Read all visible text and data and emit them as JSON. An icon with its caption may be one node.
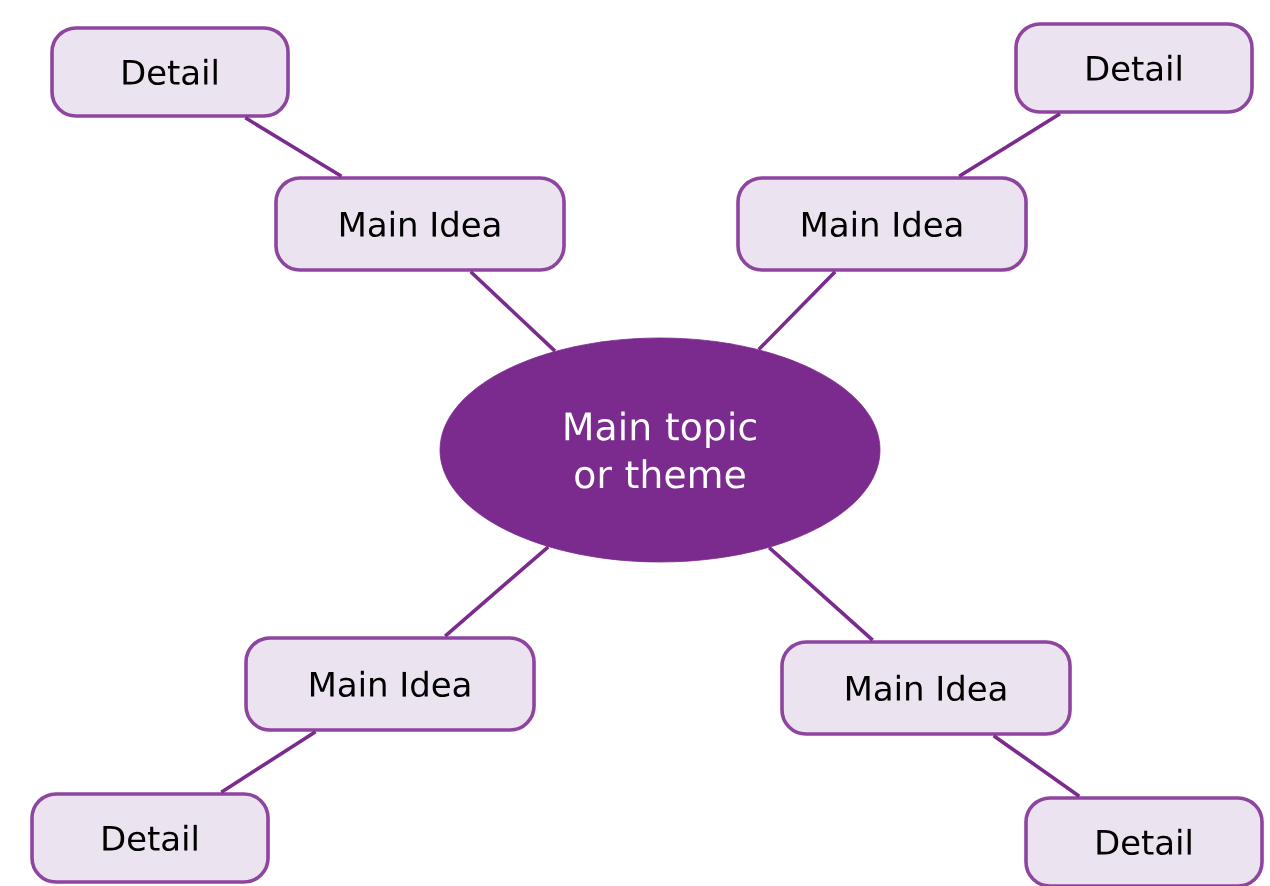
{
  "diagram": {
    "nodes": [
      {
        "text": [
          "Detail"
        ]
      },
      {
        "text": [
          "Detail"
        ]
      },
      {
        "text": [
          "Main Idea"
        ]
      },
      {
        "text": [
          "Main Idea"
        ]
      },
      {
        "text": [
          "Main topic or theme"
        ]
      },
      {
        "text": [
          "Main Idea"
        ]
      },
      {
        "text": [
          "Main Idea"
        ]
      },
      {
        "text": [
          "Detail"
        ]
      },
      {
        "text": [
          "Detail"
        ]
      }
    ],
    "edges": [
      {
        "from": 4,
        "to": 2,
        "arrow": "none"
      },
      {
        "from": 4,
        "to": 3,
        "arrow": "none"
      },
      {
        "from": 4,
        "to": 5,
        "arrow": "none"
      },
      {
        "from": 4,
        "to": 6,
        "arrow": "none"
      },
      {
        "from": 2,
        "to": 0,
        "arrow": "none"
      },
      {
        "from": 3,
        "to": 1,
        "arrow": "none"
      },
      {
        "from": 5,
        "to": 7,
        "arrow": "none"
      },
      {
        "from": 6,
        "to": 8,
        "arrow": "none"
      }
    ]
  }
}
